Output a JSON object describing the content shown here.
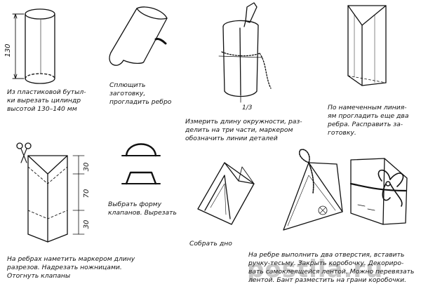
{
  "steps": [
    {
      "id": 1,
      "caption": "Из пластиковой бутыл-\nки вырезать цилиндр\nвысотой 130–140 мм"
    },
    {
      "id": 2,
      "caption": "Сплющить\nзаготовку,\nпрогладить ребро"
    },
    {
      "id": 3,
      "caption": "Измерить длину окружности, раз-\nделить на три части, маркером\nобозначить линии деталей"
    },
    {
      "id": 4,
      "caption": "По намеченным линия-\nям прогладить еще два\nребра. Расправить за-\nготовку."
    },
    {
      "id": 5,
      "caption": "На ребрах наметить маркером длину\nразрезов. Надрезать ножницами.\nОтогнуть клапаны"
    },
    {
      "id": 6,
      "caption": "Выбрать форму\nклапанов. Вырезать"
    },
    {
      "id": 7,
      "caption": "Собрать дно"
    },
    {
      "id": 8,
      "caption": "На ребре выполнить два отверстия, вставить\nручку-тесьму. Закрыть коробочку. Декориро-\nвать самоклеящейся лентой. Можно перевязать\nлентой. Бант разместить на грани коробочки."
    }
  ],
  "dimensions": {
    "height_130": "130",
    "fraction": "1/3",
    "top_30": "30",
    "mid_70": "70",
    "bottom_30": "30"
  },
  "watermark": "postila.ru",
  "colors": {
    "ink": "#111111",
    "paper": "#ffffff"
  }
}
